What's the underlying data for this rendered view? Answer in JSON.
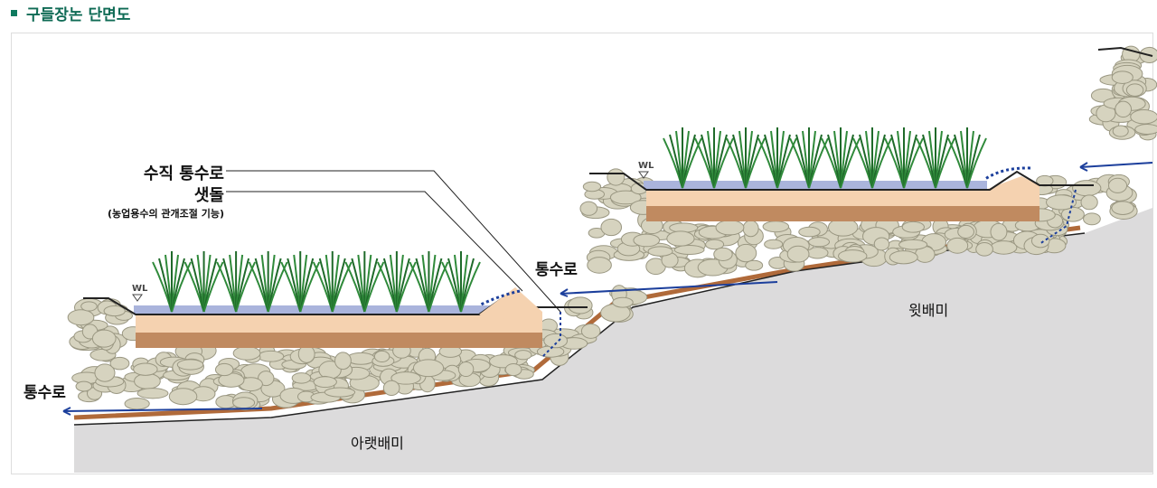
{
  "title": "구들장논 단면도",
  "labels": {
    "vertical_channel": "수직 통수로",
    "saettol": "샛돌",
    "saettol_note": "(농업용수의 관개조절 기능)",
    "channel_upper": "통수로",
    "channel_lower": "통수로",
    "upper_slope": "윗배미",
    "lower_slope": "아랫배미",
    "wl_lower": "WL",
    "wl_upper": "WL"
  },
  "colors": {
    "accent": "#0f6b55",
    "water": "#aab4dc",
    "soil": "#f5d2b0",
    "subsoil": "#c08a60",
    "ground": "#dcdbdc",
    "flow": "#1c3f9c"
  }
}
